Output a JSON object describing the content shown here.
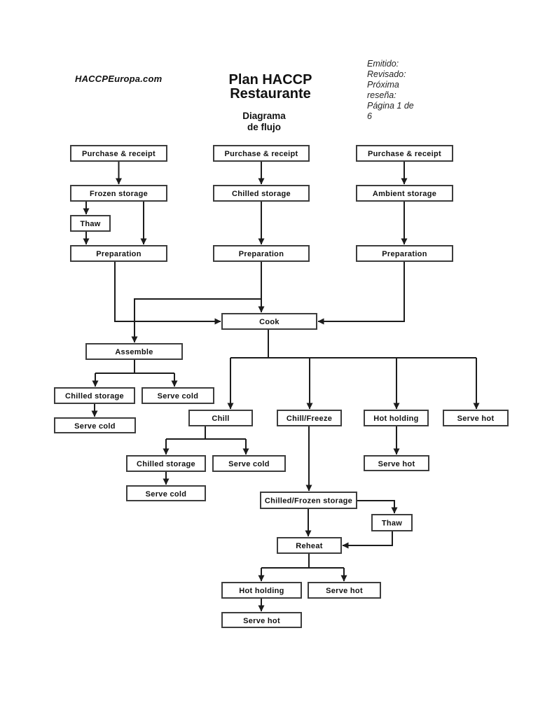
{
  "header": {
    "site": "HACCPEuropa.com",
    "title_line1": "Plan HACCP",
    "title_line2": "Restaurante",
    "subtitle_line1": "Diagrama",
    "subtitle_line2": "de flujo",
    "meta_lines": [
      "Emitido:",
      "Revisado:",
      "Próxima",
      "reseña:",
      "Página 1 de",
      "6"
    ]
  },
  "colors": {
    "page_bg": "#ffffff",
    "ink": "#1c1c1c",
    "box_border": "#3d3d3d",
    "text": "#111111"
  },
  "diagram": {
    "nodes": {
      "pr1": "Purchase & receipt",
      "pr2": "Purchase & receipt",
      "pr3": "Purchase & receipt",
      "frozen": "Frozen storage",
      "chilled1": "Chilled storage",
      "ambient": "Ambient storage",
      "thaw1": "Thaw",
      "prep1": "Preparation",
      "prep2": "Preparation",
      "prep3": "Preparation",
      "cook": "Cook",
      "assemble": "Assemble",
      "chilled2": "Chilled storage",
      "servecold1": "Serve cold",
      "servecold2": "Serve cold",
      "chill": "Chill",
      "chillfreeze": "Chill/Freeze",
      "hothold1": "Hot holding",
      "servehot1": "Serve hot",
      "chilled3": "Chilled storage",
      "servecold3": "Serve cold",
      "servecold4": "Serve cold",
      "servehot2": "Serve hot",
      "cfstorage": "Chilled/Frozen storage",
      "thaw2": "Thaw",
      "reheat": "Reheat",
      "hothold2": "Hot holding",
      "servehot3": "Serve hot",
      "servehot4": "Serve hot"
    },
    "edges": [
      [
        "purchase-receipt-1",
        "frozen-storage"
      ],
      [
        "purchase-receipt-2",
        "chilled-storage-1"
      ],
      [
        "purchase-receipt-3",
        "ambient-storage"
      ],
      [
        "frozen-storage",
        "thaw-1"
      ],
      [
        "frozen-storage",
        "preparation-1"
      ],
      [
        "thaw-1",
        "preparation-1"
      ],
      [
        "chilled-storage-1",
        "preparation-2"
      ],
      [
        "ambient-storage",
        "preparation-3"
      ],
      [
        "preparation-1",
        "cook"
      ],
      [
        "preparation-2",
        "cook"
      ],
      [
        "preparation-2",
        "assemble"
      ],
      [
        "preparation-3",
        "cook"
      ],
      [
        "assemble",
        "chilled-storage-2"
      ],
      [
        "assemble",
        "serve-cold-1"
      ],
      [
        "chilled-storage-2",
        "serve-cold-2"
      ],
      [
        "cook",
        "chill"
      ],
      [
        "cook",
        "chill-freeze"
      ],
      [
        "cook",
        "hot-holding-1"
      ],
      [
        "cook",
        "serve-hot-1"
      ],
      [
        "chill",
        "chilled-storage-3"
      ],
      [
        "chill",
        "serve-cold-3"
      ],
      [
        "chilled-storage-3",
        "serve-cold-4"
      ],
      [
        "hot-holding-1",
        "serve-hot-2"
      ],
      [
        "chill-freeze",
        "chilled-frozen-storage"
      ],
      [
        "chilled-frozen-storage",
        "thaw-2"
      ],
      [
        "chilled-frozen-storage",
        "reheat"
      ],
      [
        "thaw-2",
        "reheat"
      ],
      [
        "reheat",
        "hot-holding-2"
      ],
      [
        "reheat",
        "serve-hot-3"
      ],
      [
        "hot-holding-2",
        "serve-hot-4"
      ]
    ]
  }
}
